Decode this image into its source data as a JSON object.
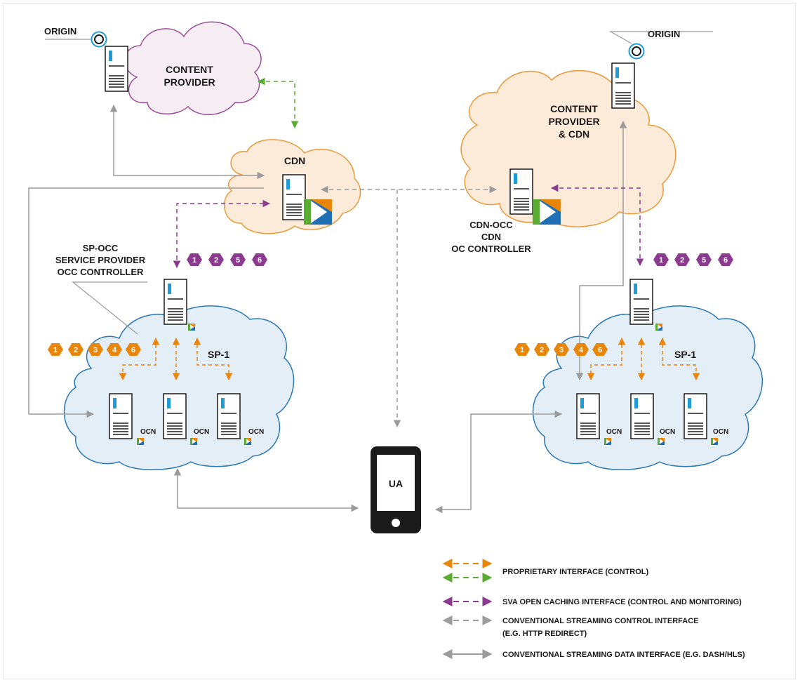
{
  "labels": {
    "origin_left": "ORIGIN",
    "origin_right": "ORIGIN",
    "content_provider": [
      "CONTENT",
      "PROVIDER"
    ],
    "content_provider_cdn": [
      "CONTENT",
      "PROVIDER",
      "& CDN"
    ],
    "cdn": "CDN",
    "cdn_occ": [
      "CDN-OCC",
      "CDN",
      "OC CONTROLLER"
    ],
    "sp_occ": [
      "SP-OCC",
      "SERVICE PROVIDER",
      "OCC CONTROLLER"
    ],
    "sp_left": "SP-1",
    "sp_right": "SP-1",
    "ocn": "OCN",
    "ua": "UA"
  },
  "badges": {
    "purple_left": [
      "1",
      "2",
      "5",
      "6"
    ],
    "purple_right": [
      "1",
      "2",
      "5",
      "6"
    ],
    "orange_left": [
      "1",
      "2",
      "3",
      "4",
      "6"
    ],
    "orange_right": [
      "1",
      "2",
      "3",
      "4",
      "6"
    ]
  },
  "legend": [
    {
      "id": "proprietary",
      "label": "PROPRIETARY INTERFACE (CONTROL)",
      "colors": [
        "#e8860c",
        "#5aab32"
      ],
      "style": "dashed"
    },
    {
      "id": "sva",
      "label": "SVA OPEN CACHING INTERFACE (CONTROL AND MONITORING)",
      "colors": [
        "#8b3a8f"
      ],
      "style": "dashed"
    },
    {
      "id": "conv_control",
      "label": "CONVENTIONAL STREAMING CONTROL INTERFACE",
      "label2": "(E.G. HTTP REDIRECT)",
      "colors": [
        "#9b9b9b"
      ],
      "style": "dashed"
    },
    {
      "id": "conv_data",
      "label": "CONVENTIONAL STREAMING DATA INTERFACE (E.G. DASH/HLS)",
      "colors": [
        "#9b9b9b"
      ],
      "style": "solid"
    }
  ],
  "colors": {
    "orange": "#e8860c",
    "green": "#5aab32",
    "purple": "#8b3a8f",
    "gray": "#9b9b9b",
    "blue_icon": "#1e9cd7",
    "cloud_pink_fill": "#f6ecf4",
    "cloud_pink_stroke": "#9b4f9a",
    "cloud_orange_fill": "#fdebd9",
    "cloud_orange_stroke": "#ea9a3a",
    "cloud_blue_fill": "#e4eef6",
    "cloud_blue_stroke": "#2a78b6"
  }
}
